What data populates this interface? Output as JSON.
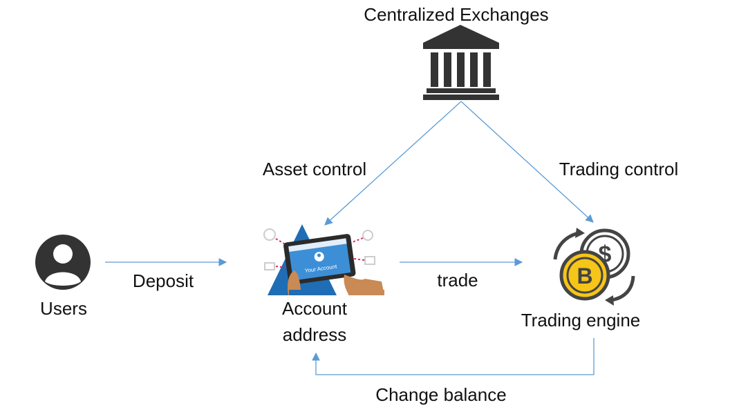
{
  "diagram": {
    "exchange": {
      "label": "Centralized Exchanges",
      "icon": "bank-building-icon"
    },
    "users": {
      "label": "Users",
      "icon": "user-avatar-icon"
    },
    "account": {
      "label_line1": "Account",
      "label_line2": "address",
      "icon": "tablet-your-account-icon",
      "screen_text": "Your Account"
    },
    "trading_engine": {
      "label": "Trading engine",
      "icon": "crypto-exchange-coins-icon"
    },
    "edges": {
      "asset_control": "Asset control",
      "trading_control": "Trading control",
      "deposit": "Deposit",
      "trade": "trade",
      "change_balance": "Change balance"
    },
    "colors": {
      "arrow": "#5b9bd5",
      "icon_dark": "#333333",
      "triangle": "#1f6db5",
      "bitcoin": "#f5c518"
    }
  }
}
